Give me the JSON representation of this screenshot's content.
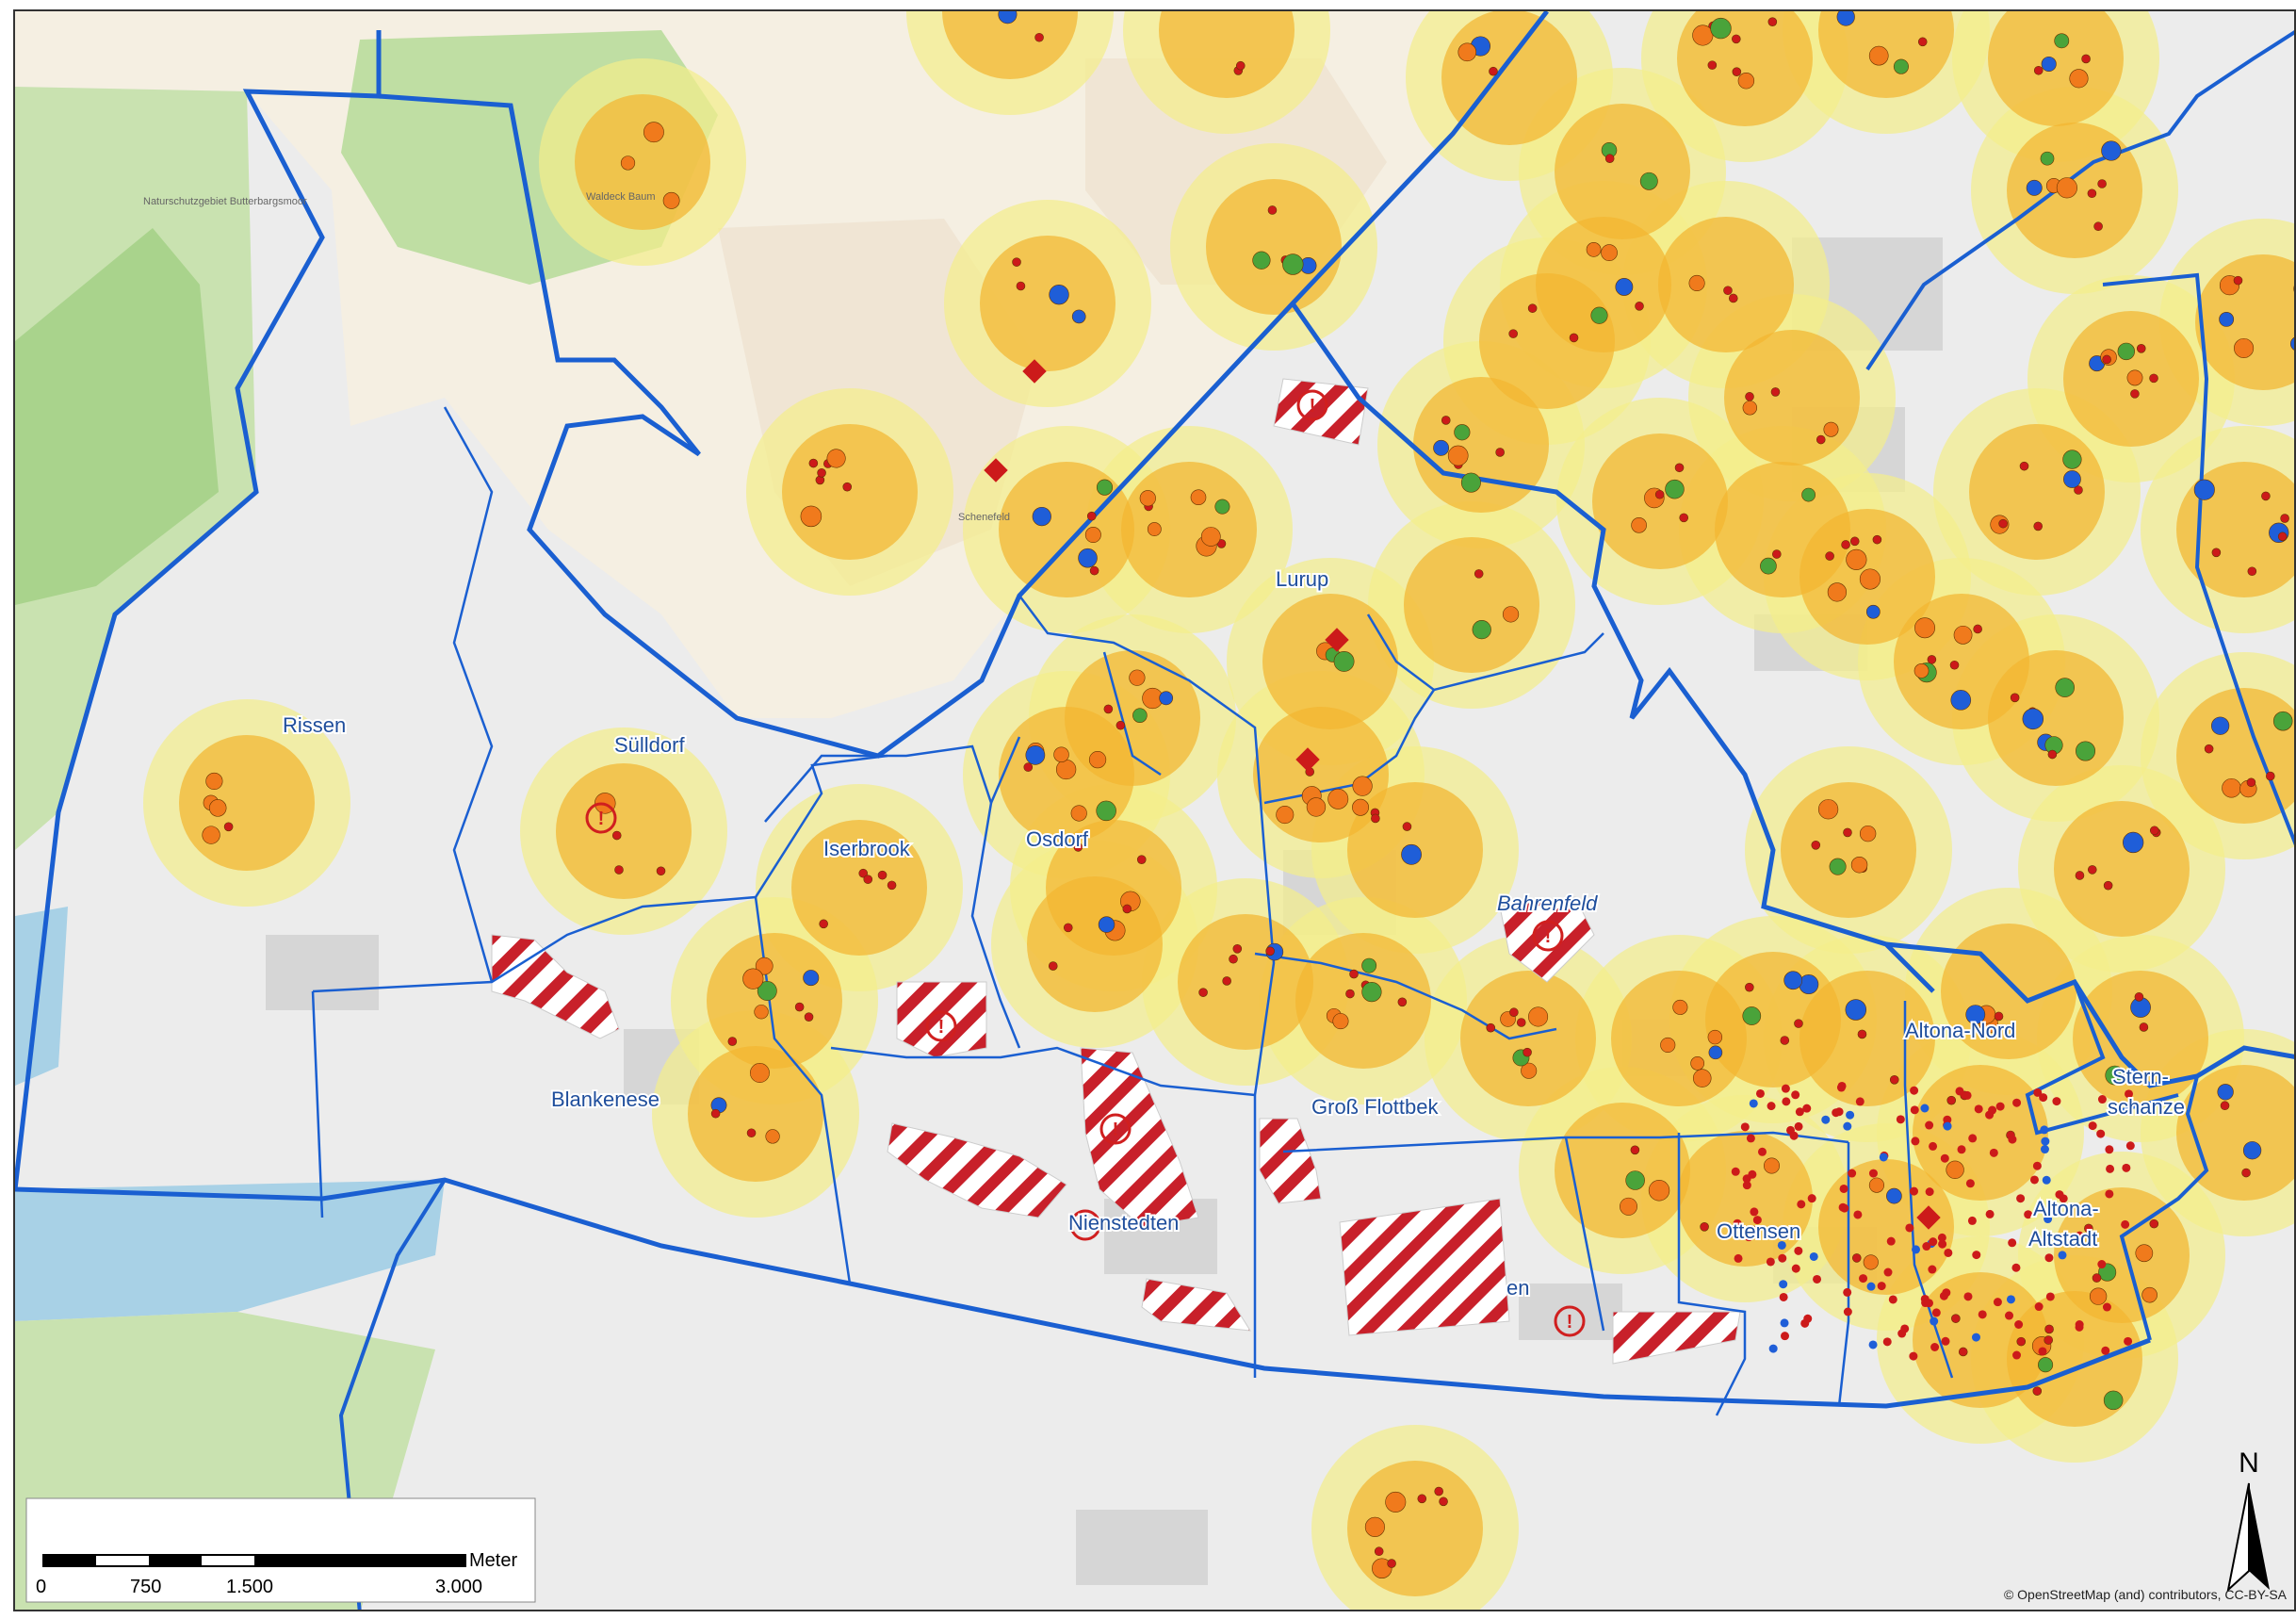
{
  "districts": [
    {
      "id": "rissen",
      "label": "Rissen"
    },
    {
      "id": "suelldorf",
      "label": "Sülldorf"
    },
    {
      "id": "iserbrook",
      "label": "Iserbrook"
    },
    {
      "id": "osdorf",
      "label": "Osdorf"
    },
    {
      "id": "lurup",
      "label": "Lurup"
    },
    {
      "id": "bahrenfeld",
      "label": "Bahrenfeld"
    },
    {
      "id": "blankenese",
      "label": "Blankenese"
    },
    {
      "id": "nienstedten",
      "label": "Nienstedten"
    },
    {
      "id": "gross-flottbek",
      "label": "Groß Flottbek"
    },
    {
      "id": "othmarschen",
      "label": "en"
    },
    {
      "id": "ottensen",
      "label": "Ottensen"
    },
    {
      "id": "altona-nord",
      "label": "Altona-Nord"
    },
    {
      "id": "sternschanze-1",
      "label": "Stern-"
    },
    {
      "id": "sternschanze-2",
      "label": "schanze"
    },
    {
      "id": "altona-altstadt-1",
      "label": "Altona-"
    },
    {
      "id": "altona-altstadt-2",
      "label": "Altstadt"
    }
  ],
  "basemap_labels": [
    {
      "id": "schenefeld",
      "label": "Schenefeld"
    },
    {
      "id": "wedel-area",
      "label": "Waldeck Baum"
    },
    {
      "id": "naturschutz",
      "label": "Naturschutzgebiet Butterbargsmoor"
    }
  ],
  "scale_bar": {
    "unit": "Meter",
    "ticks": [
      "0",
      "750",
      "1.500",
      "3.000"
    ]
  },
  "north_arrow": {
    "label": "N"
  },
  "attribution": "© OpenStreetMap (and) contributors, CC-BY-SA",
  "colors": {
    "district_boundary": "#1a5fd1",
    "catchment_outer": "#f4ee8a",
    "catchment_inner": "#f2b530",
    "point_red": "#cc1a1a",
    "point_orange": "#f07a1c",
    "point_blue": "#1f5ed8",
    "point_green": "#4aa33a",
    "hatch_red": "#c8202a",
    "greenspace": "#b8dca0",
    "land": "#ececec",
    "water": "#a8d1e6"
  }
}
